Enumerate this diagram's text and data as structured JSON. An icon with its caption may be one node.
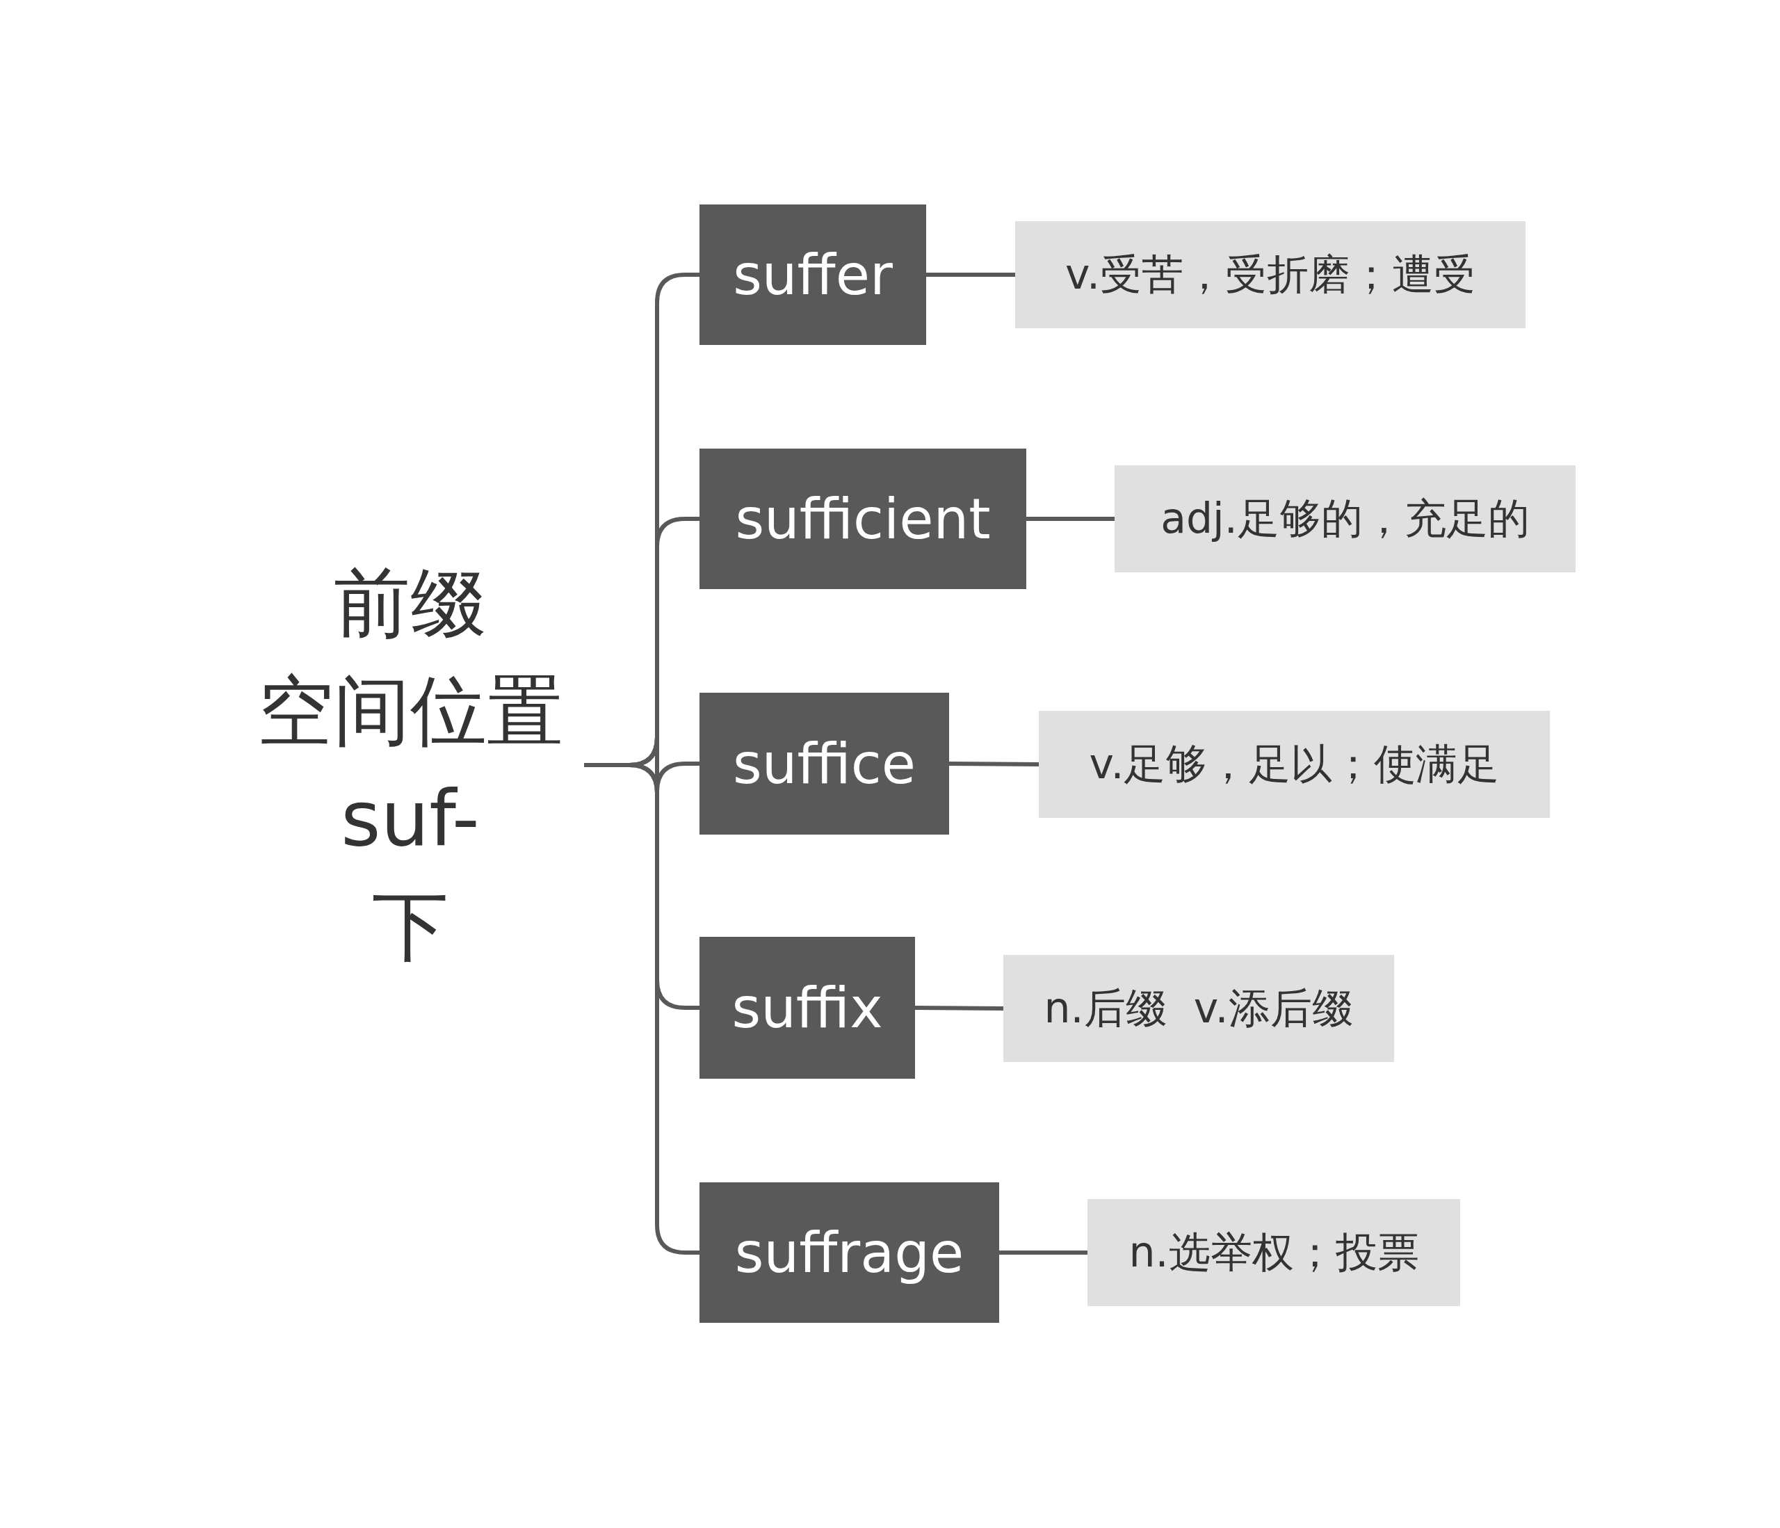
{
  "diagram": {
    "nodes": [
      {
        "text": [
          "前缀",
          "空间位置",
          "suf-",
          "下"
        ]
      },
      {
        "text": [
          "suffer"
        ]
      },
      {
        "text": [
          "v.受苦，受折磨；遭受"
        ]
      },
      {
        "text": [
          "sufficient"
        ]
      },
      {
        "text": [
          "adj.足够的，充足的"
        ]
      },
      {
        "text": [
          "suffice"
        ]
      },
      {
        "text": [
          "v.足够，足以；使满足"
        ]
      },
      {
        "text": [
          "suffix"
        ]
      },
      {
        "text": [
          "n.后缀  v.添后缀"
        ]
      },
      {
        "text": [
          "suffrage"
        ]
      },
      {
        "text": [
          "n.选举权；投票"
        ]
      }
    ],
    "edges": [
      {
        "from": 0,
        "to": 1,
        "arrow": "none"
      },
      {
        "from": 0,
        "to": 3,
        "arrow": "none"
      },
      {
        "from": 0,
        "to": 5,
        "arrow": "none"
      },
      {
        "from": 0,
        "to": 7,
        "arrow": "none"
      },
      {
        "from": 0,
        "to": 9,
        "arrow": "none"
      },
      {
        "from": 1,
        "to": 2,
        "arrow": "none"
      },
      {
        "from": 3,
        "to": 4,
        "arrow": "none"
      },
      {
        "from": 5,
        "to": 6,
        "arrow": "none"
      },
      {
        "from": 7,
        "to": 8,
        "arrow": "none"
      },
      {
        "from": 9,
        "to": 10,
        "arrow": "none"
      }
    ]
  }
}
